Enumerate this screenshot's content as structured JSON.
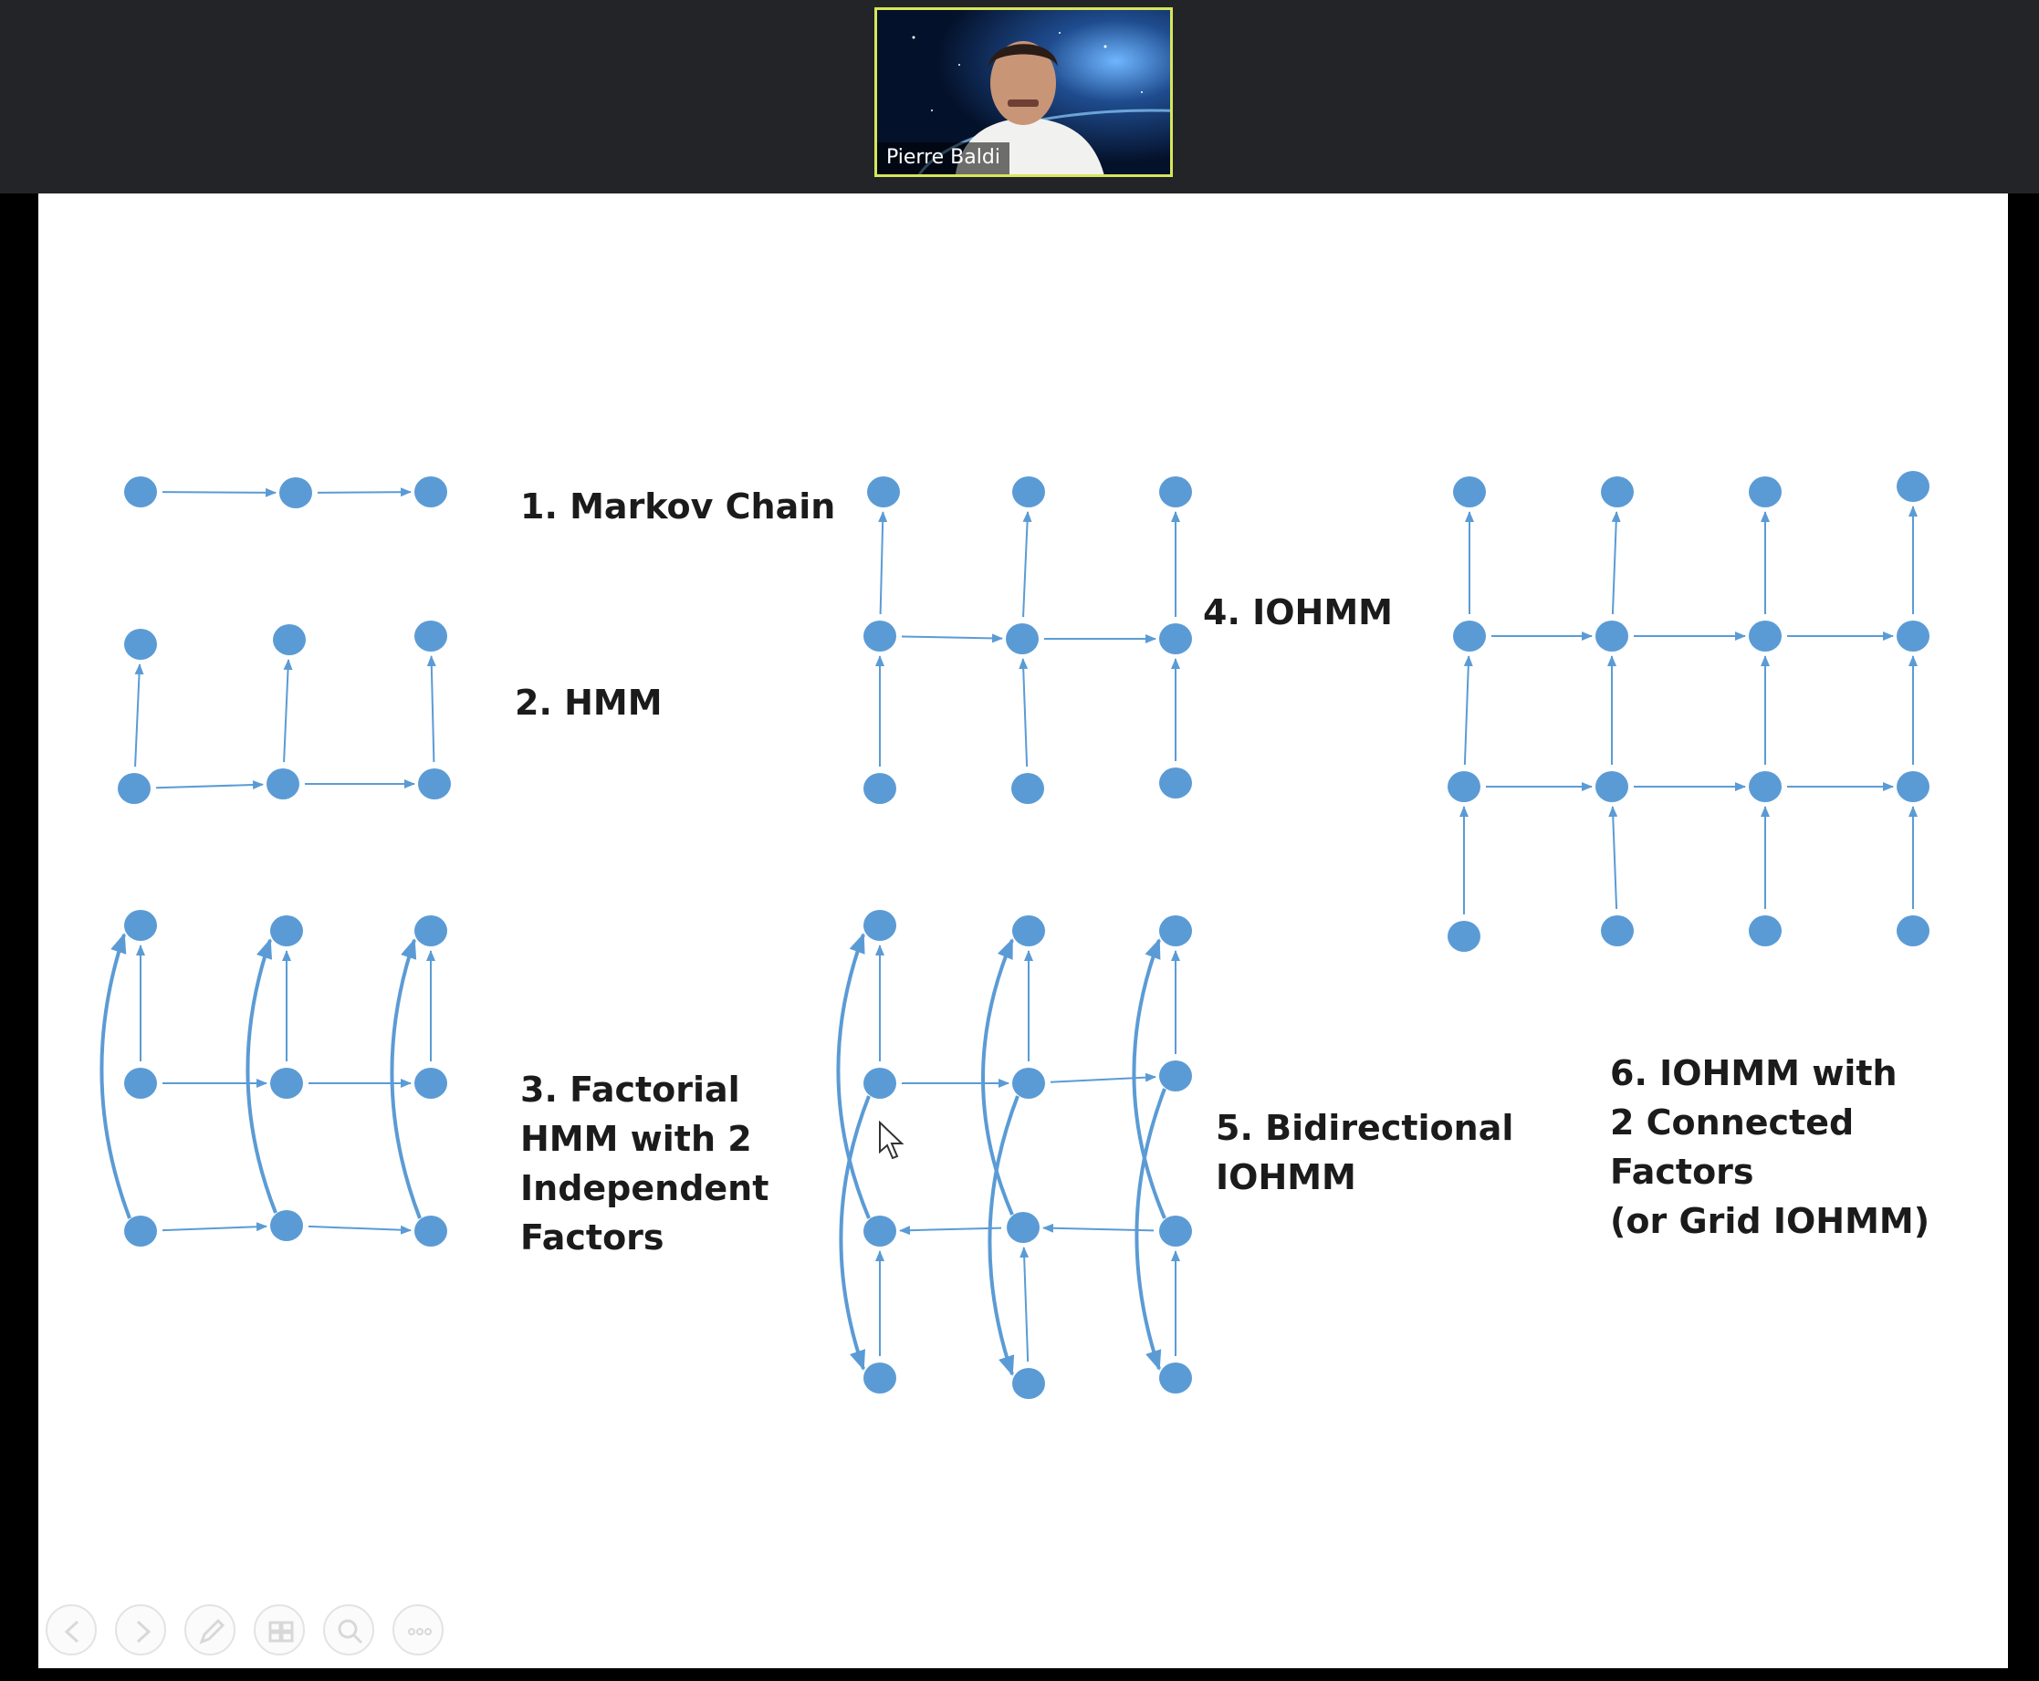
{
  "meeting": {
    "participant_name": "Pierre Baldi",
    "active_speaker_highlight_color": "#d7e65a",
    "background_color": "#232427"
  },
  "slide": {
    "node_color": "#5b9bd5",
    "edge_color": "#5b9bd5",
    "labels": {
      "markov_chain": "1. Markov Chain",
      "hmm": "2. HMM",
      "factorial_hmm": "3. Factorial\nHMM with 2\nIndependent\nFactors",
      "iohmm": "4. IOHMM",
      "bidirectional_iohmm": "5. Bidirectional\nIOHMM",
      "grid_iohmm": "6. IOHMM with\n2  Connected\nFactors\n(or Grid IOHMM)"
    }
  },
  "presenter_controls": [
    {
      "name": "previous-slide",
      "icon": "arrow-left-icon"
    },
    {
      "name": "next-slide",
      "icon": "arrow-right-icon"
    },
    {
      "name": "pen",
      "icon": "pen-icon"
    },
    {
      "name": "see-all-slides",
      "icon": "slides-grid-icon"
    },
    {
      "name": "zoom",
      "icon": "magnifier-icon"
    },
    {
      "name": "more-options",
      "icon": "more-dots-icon"
    }
  ]
}
